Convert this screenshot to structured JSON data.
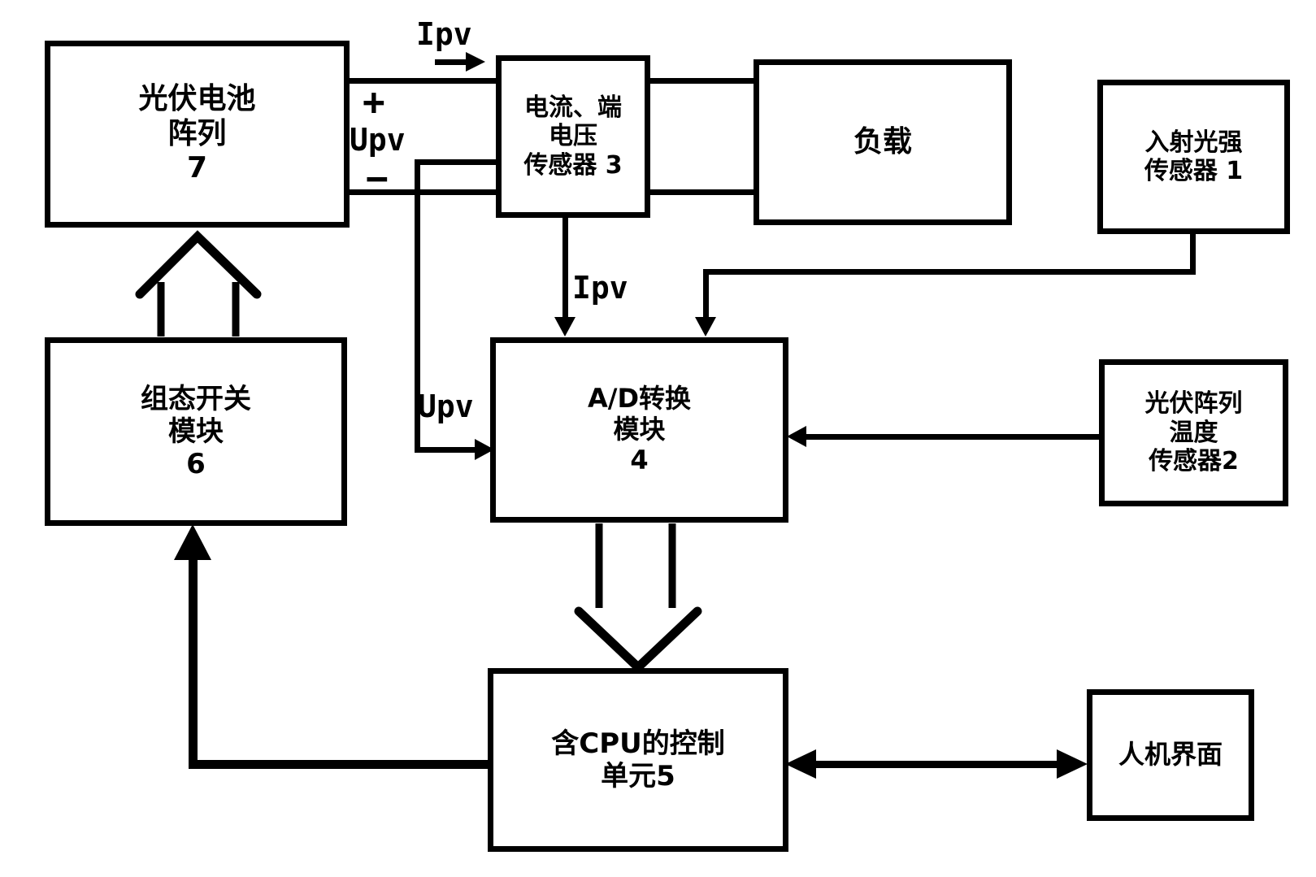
{
  "figure": {
    "background": "#ffffff",
    "line_color": "#000000",
    "description": "Patent-style block diagram of a photovoltaic monitoring/control system"
  },
  "nodes": {
    "pv_array": {
      "lines": [
        "光伏电池",
        "阵列",
        "7"
      ]
    },
    "cv_sensor": {
      "lines": [
        "电流、端",
        "电压",
        "传感器 3"
      ]
    },
    "load": {
      "lines": [
        "负载"
      ]
    },
    "light_sensor": {
      "lines": [
        "入射光强",
        "传感器 1"
      ]
    },
    "switch_module": {
      "lines": [
        "组态开关",
        "模块",
        "6"
      ]
    },
    "ad_converter": {
      "lines": [
        "A/D转换",
        "模块",
        "4"
      ]
    },
    "temp_sensor": {
      "lines": [
        "光伏阵列",
        "温度",
        "传感器2"
      ]
    },
    "cpu_unit": {
      "lines": [
        "含CPU的控制",
        "单元5"
      ]
    },
    "hmi": {
      "lines": [
        "人机界面"
      ]
    }
  },
  "labels": {
    "ipv_top": "Ipv",
    "plus": "+",
    "upv_top": "Upv",
    "minus": "−",
    "ipv_mid": "Ipv",
    "upv_mid": "Upv"
  }
}
